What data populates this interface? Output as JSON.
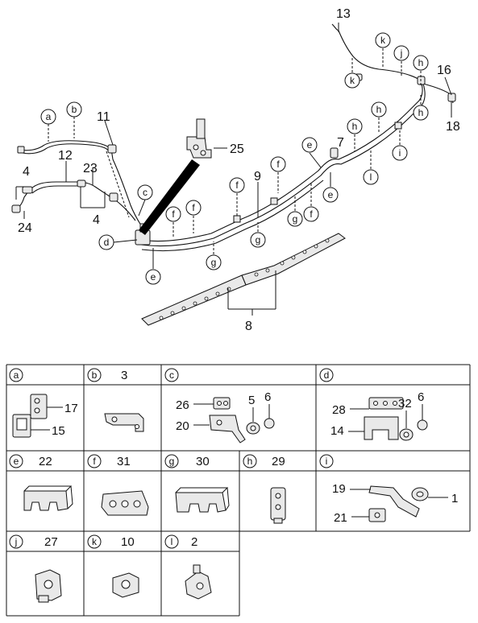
{
  "callouts": {
    "c13": "13",
    "c11": "11",
    "c12": "12",
    "c23": "23",
    "c4a": "4",
    "c4b": "4",
    "c24": "24",
    "c25": "25",
    "c9": "9",
    "c7": "7",
    "c16": "16",
    "c18": "18",
    "c8": "8"
  },
  "letters": {
    "a": "a",
    "b": "b",
    "c": "c",
    "d": "d",
    "e": "e",
    "f": "f",
    "g": "g",
    "h": "h",
    "i": "i",
    "j": "j",
    "k": "k",
    "l": "l"
  },
  "table": {
    "cells": [
      {
        "letter": "a",
        "number": "",
        "parts": [
          "17",
          "15"
        ]
      },
      {
        "letter": "b",
        "number": "3",
        "parts": []
      },
      {
        "letter": "c",
        "number": "",
        "parts": [
          "26",
          "5",
          "6",
          "20"
        ]
      },
      {
        "letter": "d",
        "number": "",
        "parts": [
          "28",
          "32",
          "6",
          "14"
        ]
      },
      {
        "letter": "e",
        "number": "22",
        "parts": []
      },
      {
        "letter": "f",
        "number": "31",
        "parts": []
      },
      {
        "letter": "g",
        "number": "30",
        "parts": []
      },
      {
        "letter": "h",
        "number": "29",
        "parts": []
      },
      {
        "letter": "i",
        "number": "",
        "parts": [
          "19",
          "1",
          "21"
        ]
      },
      {
        "letter": "j",
        "number": "27",
        "parts": []
      },
      {
        "letter": "k",
        "number": "10",
        "parts": []
      },
      {
        "letter": "l",
        "number": "2",
        "parts": []
      }
    ]
  }
}
